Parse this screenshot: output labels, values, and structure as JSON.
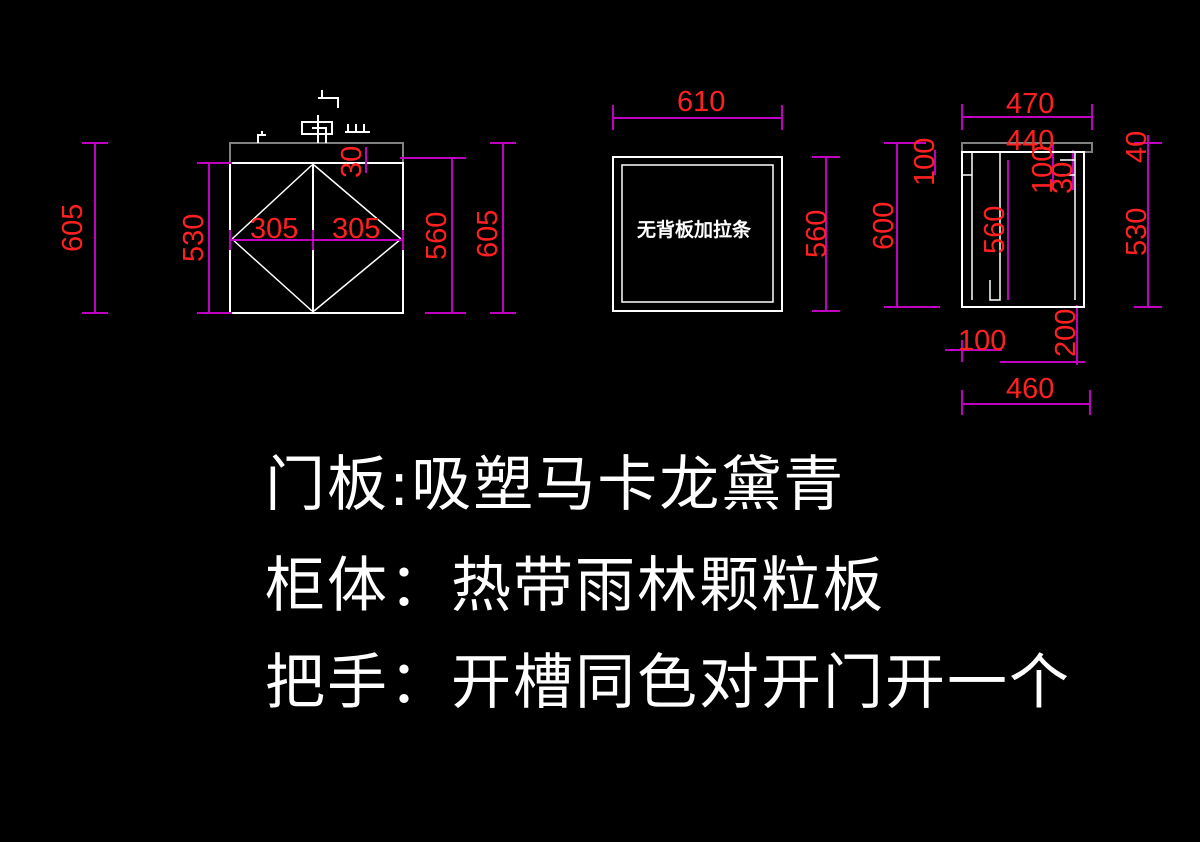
{
  "dimensions": {
    "front_total_height_left": "605",
    "front_body_height": "530",
    "front_countertop": "30",
    "front_door_width_left": "305",
    "front_door_width_right": "305",
    "front_height_560": "560",
    "front_total_height_right": "605",
    "back_width": "610",
    "back_height": "560",
    "side_top_width": "470",
    "side_inner_width": "440",
    "side_total_height": "600",
    "side_top_left_100": "100",
    "side_top_right_100": "100",
    "side_30": "30",
    "side_40": "40",
    "side_inner_560": "560",
    "side_530": "530",
    "side_bottom_100": "100",
    "side_bottom_200": "200",
    "side_bottom_width": "460"
  },
  "back_view": {
    "note": "无背板加拉条"
  },
  "specs": [
    {
      "label": "门板:",
      "value": "吸塑马卡龙黛青"
    },
    {
      "label": "柜体：",
      "value": "热带雨林颗粒板"
    },
    {
      "label": "把手：",
      "value": "开槽同色对开门开一个"
    }
  ],
  "colors": {
    "background": "#000000",
    "outline": "#ffffff",
    "dimension_line": "#c000c0",
    "dimension_text": "#ff2020",
    "countertop_edge": "#808080"
  }
}
